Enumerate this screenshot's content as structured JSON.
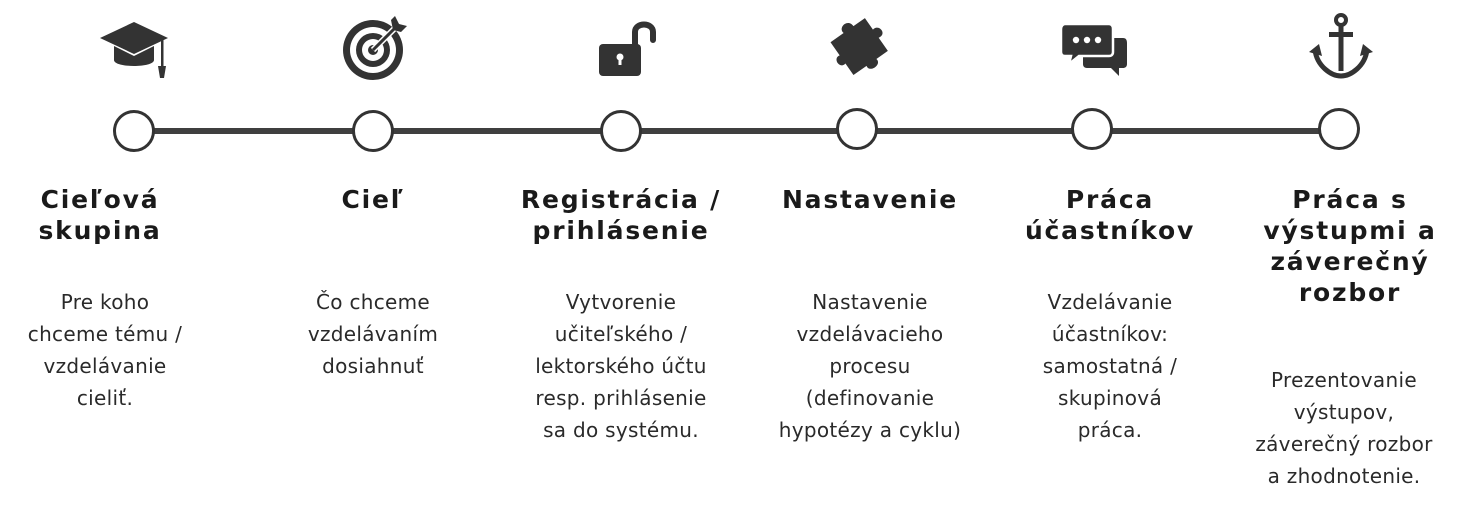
{
  "colors": {
    "line": "#3f3f3f",
    "icon": "#333333",
    "node_border": "#333333",
    "text": "#1a1a1a"
  },
  "steps": [
    {
      "icon": "graduation-cap-icon",
      "title": "Cieľová\nskupina",
      "description": "Pre koho\nchceme tému /\nvzdelávanie\ncieliť."
    },
    {
      "icon": "target-icon",
      "title": "Cieľ",
      "description": "Čo chceme\nvzdelávaním\ndosiahnuť"
    },
    {
      "icon": "unlock-icon",
      "title": "Registrácia /\nprihlásenie",
      "description": "Vytvorenie\nučiteľského /\nlektorského účtu\nresp. prihlásenie\nsa do systému."
    },
    {
      "icon": "puzzle-piece-icon",
      "title": "Nastavenie",
      "description": "Nastavenie\nvzdelávacieho\nprocesu\n(definovanie\nhypotézy a cyklu)"
    },
    {
      "icon": "chat-bubbles-icon",
      "title": "Práca\núčastníkov",
      "description": "Vzdelávanie\núčastníkov:\nsamostatná /\nskupinová\npráca."
    },
    {
      "icon": "anchor-icon",
      "title": "Práca s\nvýstupmi a\nzáverečný\nrozbor",
      "description": "Prezentovanie\nvýstupov,\nzáverečný rozbor\na zhodnotenie."
    }
  ]
}
